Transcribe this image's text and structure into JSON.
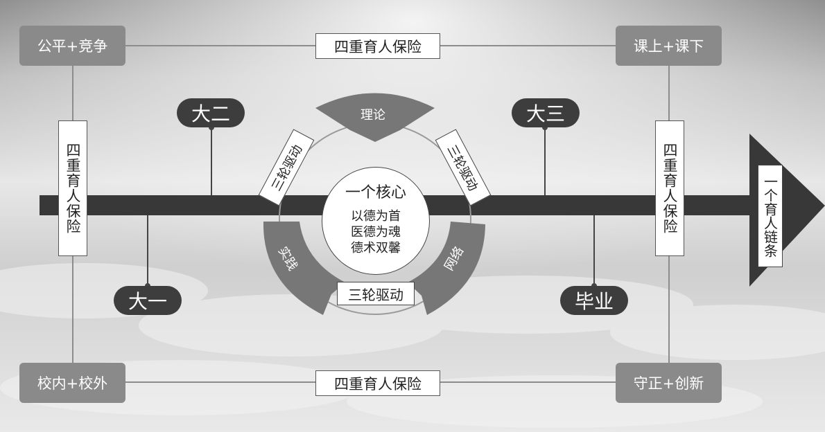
{
  "corners": {
    "top_left": "公平+竞争",
    "top_right": "课上+课下",
    "bottom_left": "校内+校外",
    "bottom_right": "守正+创新"
  },
  "guarantee": {
    "top": "四重育人保险",
    "bottom": "四重育人保险",
    "left": "四重育人保险",
    "right": "四重育人保险"
  },
  "stages": {
    "year1": "大一",
    "year2": "大二",
    "year3": "大三",
    "graduation": "毕业"
  },
  "cycle": {
    "sector_top": "理论",
    "sector_left": "实践",
    "sector_right": "网络",
    "drive_left": "三轮驱动",
    "drive_right": "三轮驱动",
    "drive_bottom": "三轮驱动"
  },
  "core": {
    "title": "一个核心",
    "lines": [
      "以德为首",
      "医德为魂",
      "德术双馨"
    ]
  },
  "chain_label": "一个育人链条",
  "colors": {
    "corner_box": "#8a8a8a",
    "pill": "#3d3d3d",
    "timeline": "#383838",
    "sector": "#777777",
    "frame_line": "#8c8c8c"
  }
}
